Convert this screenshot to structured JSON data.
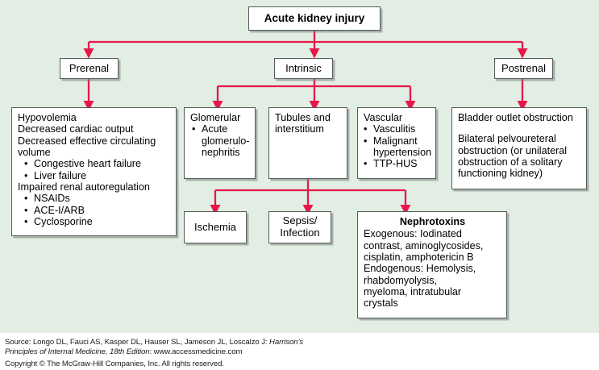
{
  "diagram": {
    "background_color": "#e2eee3",
    "connector_color": "#e8174a",
    "box_border_color": "#555b5b",
    "title": "Acute kidney injury",
    "level1": [
      {
        "key": "prerenal",
        "label": "Prerenal"
      },
      {
        "key": "intrinsic",
        "label": "Intrinsic"
      },
      {
        "key": "postrenal",
        "label": "Postrenal"
      }
    ],
    "prerenal_detail": {
      "lines": [
        "Hypovolemia",
        "Decreased cardiac output",
        "Decreased effective circulating",
        "volume"
      ],
      "bullets1": [
        "Congestive heart failure",
        "Liver failure"
      ],
      "line2": "Impaired renal autoregulation",
      "bullets2": [
        "NSAIDs",
        "ACE-I/ARB",
        "Cyclosporine"
      ]
    },
    "intrinsic_children": {
      "glomerular": {
        "heading": "Glomerular",
        "bullets": [
          "Acute\nglomerulo-\nnephritis"
        ]
      },
      "tubules": {
        "heading": "Tubules and\ninterstitium"
      },
      "vascular": {
        "heading": "Vascular",
        "bullets": [
          "Vasculitis",
          "Malignant\nhypertension",
          "TTP-HUS"
        ]
      }
    },
    "postrenal_detail": {
      "line1": "Bladder outlet obstruction",
      "blank": "",
      "lines2": [
        "Bilateral pelvoureteral",
        "obstruction (or unilateral",
        "obstruction of a solitary",
        "functioning kidney)"
      ]
    },
    "tubules_children": {
      "ischemia": {
        "label": "Ischemia"
      },
      "sepsis": {
        "label": "Sepsis/\nInfection"
      },
      "nephrotoxins": {
        "heading": "Nephrotoxins",
        "lines": [
          "Exogenous: Iodinated",
          "contrast, aminoglycosides,",
          "cisplatin, amphotericin B",
          "Endogenous: Hemolysis,",
          "rhabdomyolysis,",
          "myeloma, intratubular",
          "crystals"
        ]
      }
    }
  },
  "footer": {
    "source_prefix": "Source: Longo DL, Fauci AS, Kasper DL, Hauser SL, Jameson JL, Loscalzo J: ",
    "source_italic1": "Harrison’s",
    "source_italic2": "Principles of Internal Medicine, 18th Edition",
    "source_suffix": ": www.accessmedicine.com",
    "copyright": "Copyright © The McGraw-Hill Companies, Inc. All rights reserved."
  }
}
